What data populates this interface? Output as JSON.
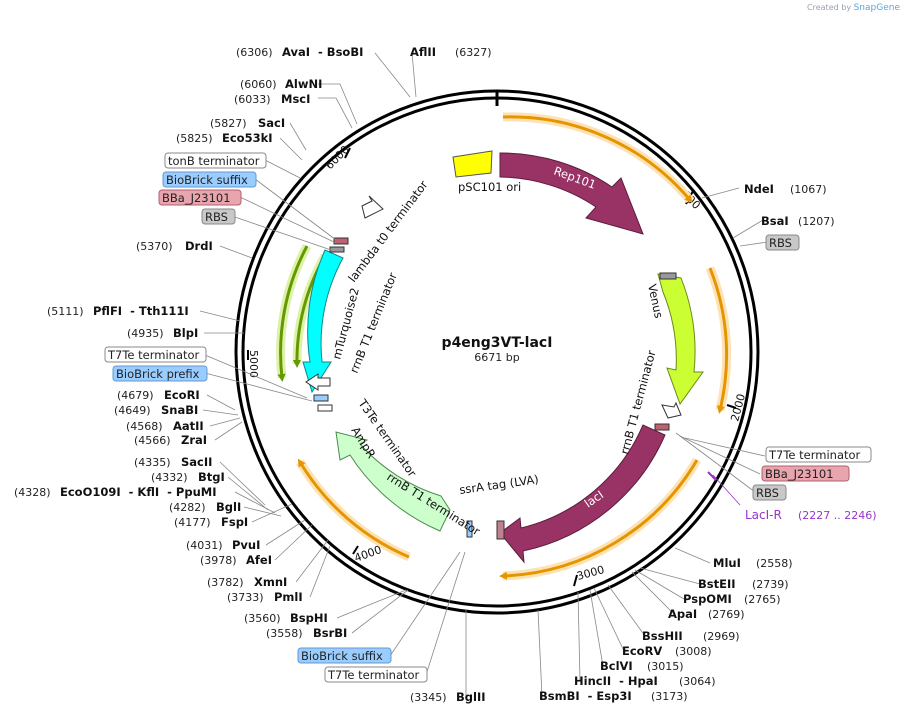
{
  "credit": {
    "prefix": "Created by",
    "brand": "SnapGene"
  },
  "plasmid": {
    "name": "p4eng3VT-lacI",
    "length_bp": 6671,
    "size_text": "6671 bp"
  },
  "ticks": [
    "1000",
    "2000",
    "3000",
    "4000",
    "5000",
    "6000"
  ],
  "features": [
    {
      "name": "pSC101 ori",
      "type": "ori",
      "color": "#ffff00",
      "start": 56,
      "end": 276
    },
    {
      "name": "Rep101",
      "type": "cds",
      "color": "#993366",
      "start": 276,
      "end": 1228
    },
    {
      "name": "Venus",
      "type": "cds",
      "color": "#ccff33",
      "start": 1228,
      "end": 1940
    },
    {
      "name": "rrnB T1 terminator",
      "type": "terminator",
      "start": 1958,
      "end": 2000
    },
    {
      "name": "lacI",
      "type": "cds",
      "color": "#993366",
      "start": 2080,
      "end": 3163
    },
    {
      "name": "ssrA tag (LVA)",
      "type": "tag",
      "start": 3195,
      "end": 3230
    },
    {
      "name": "rrnB T1 terminator",
      "type": "terminator",
      "start": 3300,
      "end": 3345
    },
    {
      "name": "AmpR",
      "type": "cds",
      "color": "#ccffcc",
      "start": 3430,
      "end": 4290
    },
    {
      "name": "T3Te terminator",
      "type": "terminator",
      "start": 4645,
      "end": 4685
    },
    {
      "name": "mTurquoise2",
      "type": "cds",
      "color": "#00ffff",
      "start": 4770,
      "end": 5520
    },
    {
      "name": "rrnB T1 terminator",
      "type": "terminator",
      "start": 4790,
      "end": 5510
    },
    {
      "name": "lambda t0 terminator",
      "type": "terminator",
      "start": 5600,
      "end": 5640
    }
  ],
  "boxed_labels": [
    {
      "text": "tonB terminator",
      "style": "plain"
    },
    {
      "text": "BioBrick suffix",
      "style": "blue"
    },
    {
      "text": "BBa_J23101",
      "style": "pink"
    },
    {
      "text": "RBS",
      "style": "gray"
    },
    {
      "text": "RBS",
      "style": "gray"
    },
    {
      "text": "T7Te terminator",
      "style": "plain"
    },
    {
      "text": "BioBrick prefix",
      "style": "blue"
    },
    {
      "text": "T7Te terminator",
      "style": "plain"
    },
    {
      "text": "BBa_J23101",
      "style": "pink"
    },
    {
      "text": "RBS",
      "style": "gray"
    },
    {
      "text": "BioBrick suffix",
      "style": "blue"
    },
    {
      "text": "T7Te terminator",
      "style": "plain"
    }
  ],
  "primer": {
    "name": "LacI-R",
    "range": "(2227 .. 2246)",
    "color": "#9933cc"
  },
  "sites": [
    {
      "enzyme": "AvaI  - BsoBI",
      "position": "(6306)",
      "side": "left"
    },
    {
      "enzyme": "AflII",
      "position": "(6327)",
      "side": "right"
    },
    {
      "enzyme": "AlwNI",
      "position": "(6060)",
      "side": "left"
    },
    {
      "enzyme": "MscI",
      "position": "(6033)",
      "side": "left"
    },
    {
      "enzyme": "SacI",
      "position": "(5827)",
      "side": "left"
    },
    {
      "enzyme": "Eco53kI",
      "position": "(5825)",
      "side": "left"
    },
    {
      "enzyme": "DrdI",
      "position": "(5370)",
      "side": "left"
    },
    {
      "enzyme": "PflFI  - Tth111I",
      "position": "(5111)",
      "side": "left"
    },
    {
      "enzyme": "BlpI",
      "position": "(4935)",
      "side": "left"
    },
    {
      "enzyme": "EcoRI",
      "position": "(4679)",
      "side": "left"
    },
    {
      "enzyme": "SnaBI",
      "position": "(4649)",
      "side": "left"
    },
    {
      "enzyme": "AatII",
      "position": "(4568)",
      "side": "left"
    },
    {
      "enzyme": "ZraI",
      "position": "(4566)",
      "side": "left"
    },
    {
      "enzyme": "SacII",
      "position": "(4335)",
      "side": "left"
    },
    {
      "enzyme": "BtgI",
      "position": "(4332)",
      "side": "left"
    },
    {
      "enzyme": "EcoO109I  - KflI  - PpuMI",
      "position": "(4328)",
      "side": "left"
    },
    {
      "enzyme": "BglI",
      "position": "(4282)",
      "side": "left"
    },
    {
      "enzyme": "FspI",
      "position": "(4177)",
      "side": "left"
    },
    {
      "enzyme": "PvuI",
      "position": "(4031)",
      "side": "left"
    },
    {
      "enzyme": "AfeI",
      "position": "(3978)",
      "side": "left"
    },
    {
      "enzyme": "XmnI",
      "position": "(3782)",
      "side": "left"
    },
    {
      "enzyme": "PmlI",
      "position": "(3733)",
      "side": "left"
    },
    {
      "enzyme": "BspHI",
      "position": "(3560)",
      "side": "left"
    },
    {
      "enzyme": "BsrBI",
      "position": "(3558)",
      "side": "left"
    },
    {
      "enzyme": "BglII",
      "position": "(3345)",
      "side": "left"
    },
    {
      "enzyme": "NdeI",
      "position": "(1067)",
      "side": "right"
    },
    {
      "enzyme": "BsaI",
      "position": "(1207)",
      "side": "right"
    },
    {
      "enzyme": "MluI",
      "position": "(2558)",
      "side": "right"
    },
    {
      "enzyme": "BstEII",
      "position": "(2739)",
      "side": "right"
    },
    {
      "enzyme": "PspOMI",
      "position": "(2765)",
      "side": "right"
    },
    {
      "enzyme": "ApaI",
      "position": "(2769)",
      "side": "right"
    },
    {
      "enzyme": "BssHII",
      "position": "(2969)",
      "side": "right"
    },
    {
      "enzyme": "EcoRV",
      "position": "(3008)",
      "side": "right"
    },
    {
      "enzyme": "BclVI",
      "position": "(3015)",
      "side": "right"
    },
    {
      "enzyme": "HincII  - HpaI",
      "position": "(3064)",
      "side": "right"
    },
    {
      "enzyme": "BsmBI  - Esp3I",
      "position": "(3173)",
      "side": "right"
    }
  ],
  "colors": {
    "backbone": "#000000",
    "orange_arrow": "#e69500",
    "orange_halo": "#fde2b3",
    "green_arrow": "#669900",
    "green_halo": "#ddf2a8",
    "box_blue": "#99ccff",
    "box_pink": "#e8a5ae",
    "box_gray": "#c8c8c8"
  }
}
